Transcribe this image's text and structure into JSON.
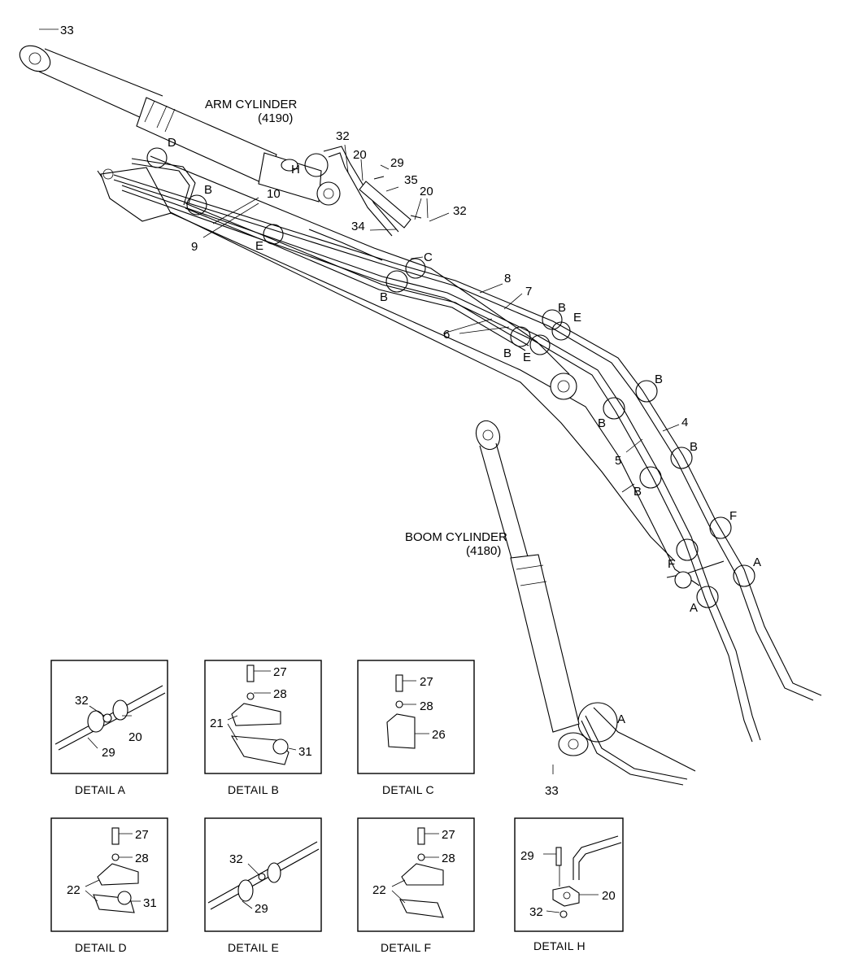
{
  "main_labels": {
    "arm_cylinder": "ARM CYLINDER",
    "arm_cylinder_code": "(4190)",
    "boom_cylinder": "BOOM CYLINDER",
    "boom_cylinder_code": "(4180)"
  },
  "callouts": {
    "n33": "33",
    "n32": "32",
    "n20": "20",
    "n29": "29",
    "n35": "35",
    "n10": "10",
    "n9": "9",
    "n34": "34",
    "n8": "8",
    "n7": "7",
    "n6": "6",
    "n4": "4",
    "n5": "5",
    "A": "A",
    "B": "B",
    "C": "C",
    "D": "D",
    "E": "E",
    "F": "F",
    "H": "H"
  },
  "details": [
    {
      "caption": "DETAIL  A",
      "parts": [
        "32",
        "20",
        "29"
      ]
    },
    {
      "caption": "DETAIL  B",
      "parts": [
        "27",
        "28",
        "21",
        "31"
      ]
    },
    {
      "caption": "DETAIL  C",
      "parts": [
        "27",
        "28",
        "26"
      ]
    },
    {
      "caption": "DETAIL  D",
      "parts": [
        "27",
        "28",
        "22",
        "31"
      ]
    },
    {
      "caption": "DETAIL  E",
      "parts": [
        "32",
        "29"
      ]
    },
    {
      "caption": "DETAIL  F",
      "parts": [
        "27",
        "28",
        "22"
      ]
    },
    {
      "caption": "DETAIL  H",
      "parts": [
        "29",
        "20",
        "32"
      ]
    }
  ]
}
